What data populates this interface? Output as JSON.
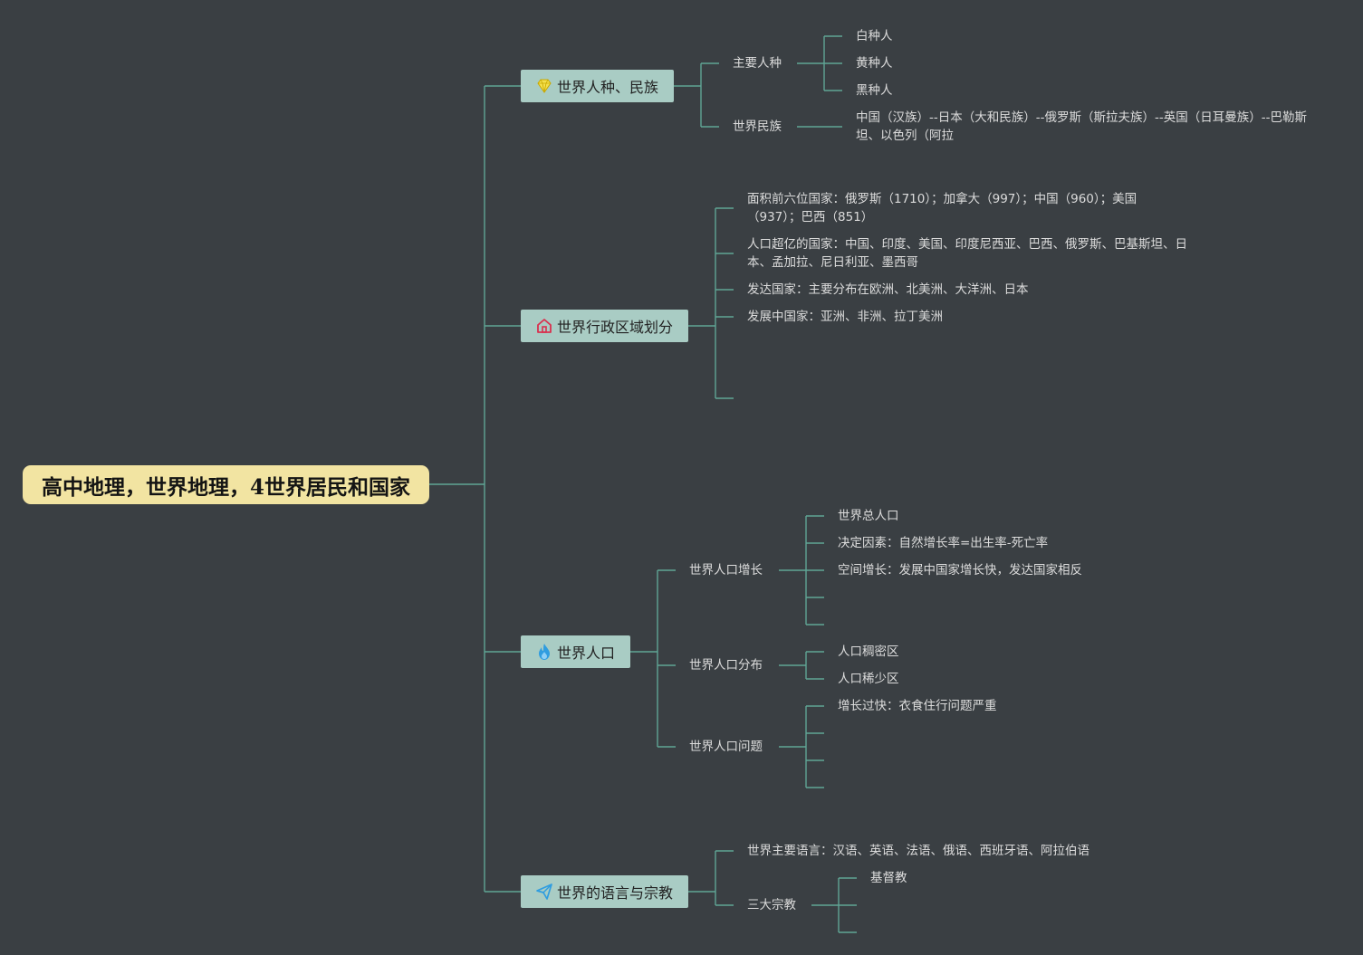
{
  "root": {
    "title": "高中地理，世界地理，4世界居民和国家"
  },
  "branches": [
    {
      "label": "世界人种、民族",
      "icon": "diamond-icon",
      "children": [
        {
          "label": "主要人种",
          "children": [
            "白种人",
            "黄种人",
            "黑种人"
          ]
        },
        {
          "label": "世界民族",
          "children": [
            "中国（汉族）--日本（大和民族）--俄罗斯（斯拉夫族）--英国（日耳曼族）--巴勒斯坦、以色列（阿拉"
          ]
        }
      ]
    },
    {
      "label": "世界行政区域划分",
      "icon": "house-icon",
      "children": [
        "面积前六位国家：俄罗斯（1710）；加拿大（997）；中国（960）；美国（937）；巴西（851）",
        "人口超亿的国家：中国、印度、美国、印度尼西亚、巴西、俄罗斯、巴基斯坦、日本、孟加拉、尼日利亚、墨西哥",
        "发达国家：主要分布在欧洲、北美洲、大洋洲、日本",
        "发展中国家：亚洲、非洲、拉丁美洲"
      ]
    },
    {
      "label": "世界人口",
      "icon": "flame-icon",
      "children": [
        {
          "label": "世界人口增长",
          "children": [
            "世界总人口",
            "决定因素：自然增长率=出生率-死亡率",
            "空间增长：发展中国家增长快，发达国家相反"
          ]
        },
        {
          "label": "世界人口分布",
          "children": [
            "人口稠密区",
            "人口稀少区"
          ]
        },
        {
          "label": "世界人口问题",
          "children": [
            "增长过快：衣食住行问题严重"
          ]
        }
      ]
    },
    {
      "label": "世界的语言与宗教",
      "icon": "paper-plane-icon",
      "children": [
        "世界主要语言：汉语、英语、法语、俄语、西班牙语、阿拉伯语",
        {
          "label": "三大宗教",
          "children": [
            "基督教"
          ]
        }
      ]
    }
  ],
  "colors": {
    "background": "#3a3f43",
    "connector": "#5fa595",
    "root_fill": "#f2e4a2",
    "topic_fill": "#a9ccc4",
    "text": "#dcdcdc"
  }
}
